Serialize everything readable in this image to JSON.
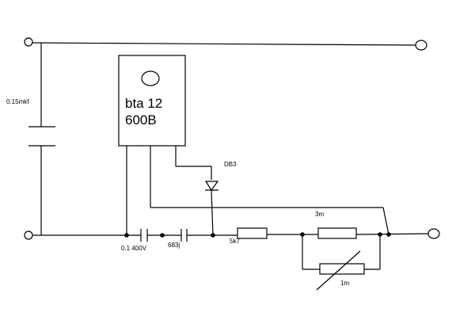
{
  "diagram": {
    "component": {
      "name": "bta 12",
      "rating": "600B"
    },
    "labels": {
      "capacitor_main": "0.15mkf",
      "diac": "DB3",
      "cap_series": "0.1 400V",
      "cap_second": "683j",
      "resistor_fixed": "5k7",
      "resistor_top": "3m",
      "potentiometer": "1m"
    }
  }
}
